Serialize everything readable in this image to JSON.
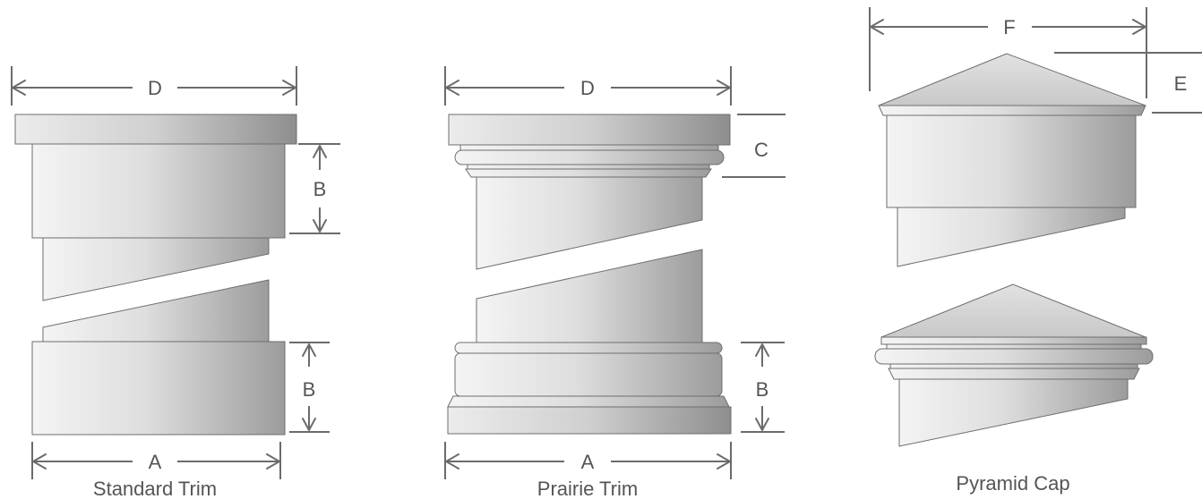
{
  "figures": [
    {
      "caption": "Standard Trim",
      "labels": {
        "top_width": "D",
        "cap_height": "B",
        "base_height": "B",
        "bottom_width": "A"
      }
    },
    {
      "caption": "Prairie Trim",
      "labels": {
        "top_width": "D",
        "cap_height": "C",
        "base_height": "B",
        "bottom_width": "A"
      }
    },
    {
      "caption": "Pyramid Cap",
      "labels": {
        "top_width": "F",
        "cap_height": "E"
      }
    }
  ]
}
